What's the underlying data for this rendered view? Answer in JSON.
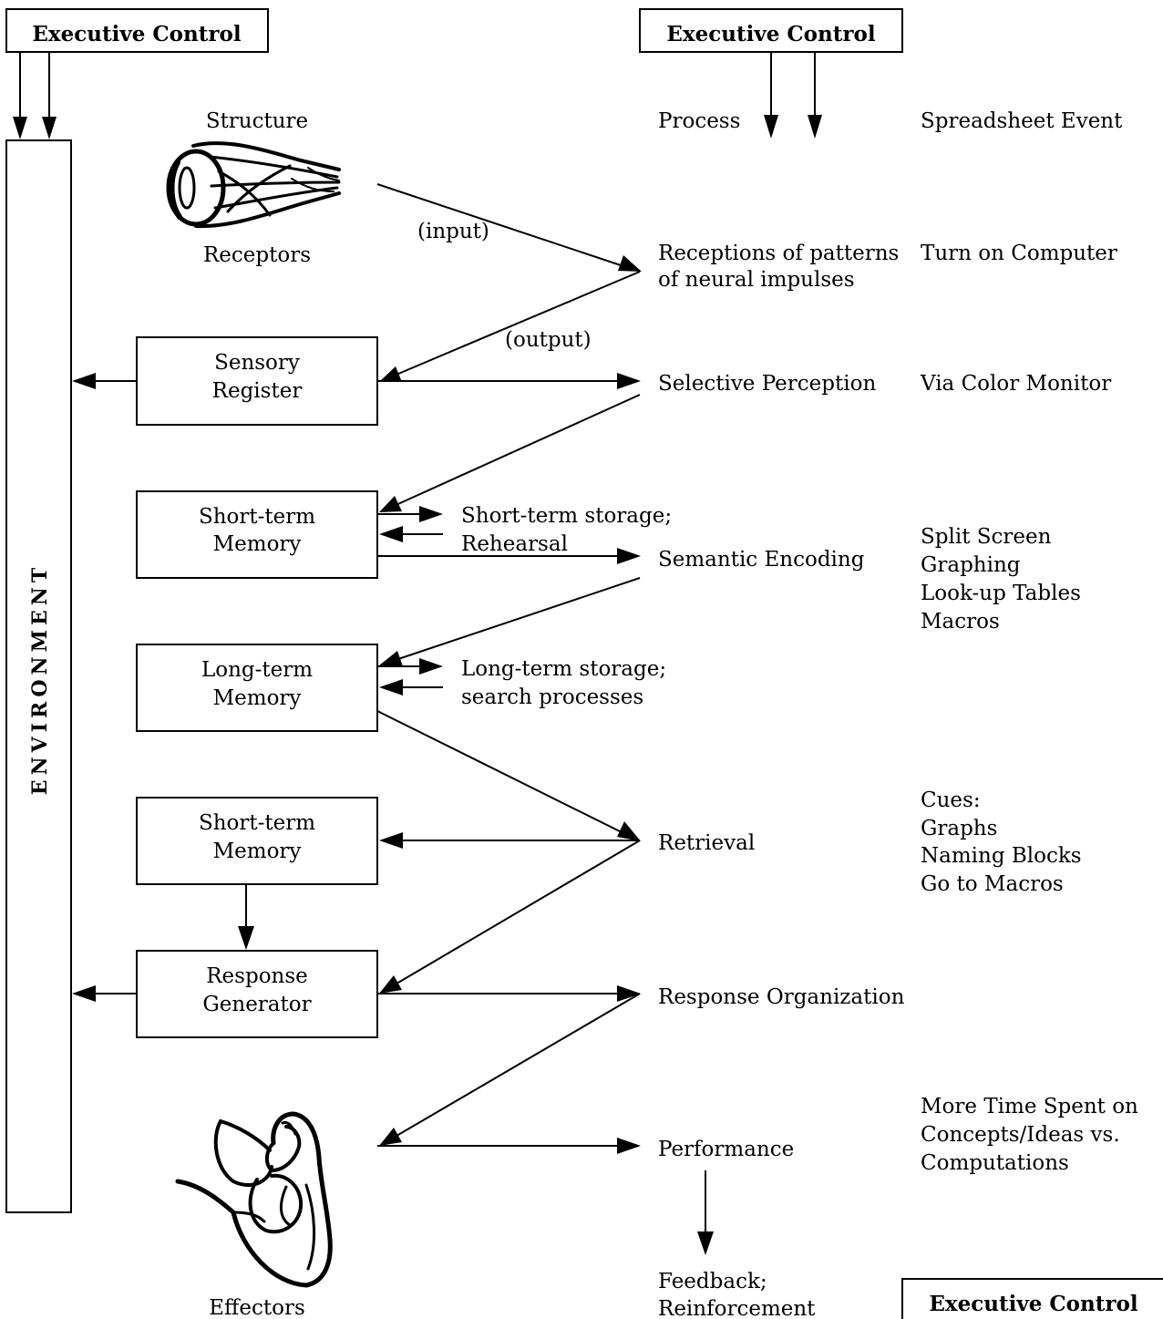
{
  "executive_control": {
    "top_left": "Executive Control",
    "top_right": "Executive Control",
    "bottom_right": "Executive Control"
  },
  "environment": "ENVIRONMENT",
  "column_headers": {
    "structure": "Structure",
    "process": "Process",
    "spreadsheet": "Spreadsheet Event"
  },
  "structures": {
    "receptors": "Receptors",
    "sensory_register": [
      "Sensory",
      "Register"
    ],
    "short_term_memory": [
      "Short-term",
      "Memory"
    ],
    "long_term_memory": [
      "Long-term",
      "Memory"
    ],
    "short_term_memory_2": [
      "Short-term",
      "Memory"
    ],
    "response_generator": [
      "Response",
      "Generator"
    ],
    "effectors": "Effectors"
  },
  "flow_labels": {
    "input": "(input)",
    "output": "(output)",
    "stm_storage": [
      "Short-term storage;",
      "Rehearsal"
    ],
    "ltm_storage": [
      "Long-term storage;",
      "search processes"
    ]
  },
  "processes": {
    "reception": [
      "Receptions of patterns",
      "of neural impulses"
    ],
    "selective_perception": "Selective Perception",
    "semantic_encoding": "Semantic Encoding",
    "retrieval": "Retrieval",
    "response_organization": "Response Organization",
    "performance": "Performance",
    "feedback": [
      "Feedback;",
      "Reinforcement"
    ]
  },
  "spreadsheet_events": {
    "turn_on": "Turn on Computer",
    "color_monitor": "Via Color Monitor",
    "encoding_aids": [
      "Split Screen",
      "Graphing",
      "Look-up Tables",
      "Macros"
    ],
    "retrieval_cues": [
      "Cues:",
      "Graphs",
      "Naming Blocks",
      "Go to Macros"
    ],
    "performance_outcome": [
      "More Time Spent on",
      "Concepts/Ideas vs.",
      "Computations"
    ]
  },
  "icons": {
    "receptors": "eye-icon",
    "effectors": "flexed-arm-icon"
  }
}
